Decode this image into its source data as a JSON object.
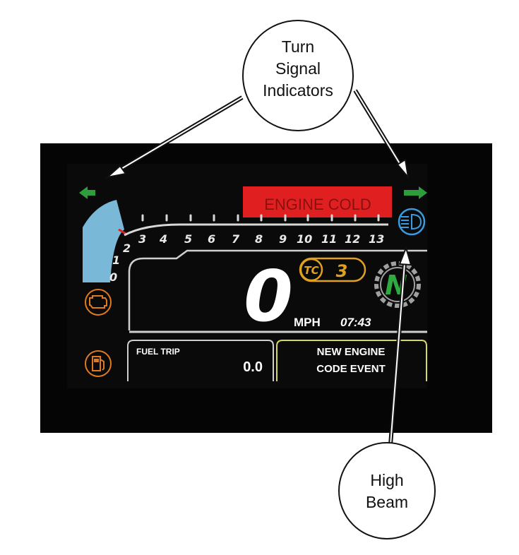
{
  "callouts": {
    "turn_signal": [
      "Turn",
      "Signal",
      "Indicators"
    ],
    "high_beam": [
      "High",
      "Beam"
    ]
  },
  "dash": {
    "warning_banner": "ENGINE COLD",
    "tach_numbers": [
      "0",
      "1",
      "2",
      "3",
      "4",
      "5",
      "6",
      "7",
      "8",
      "9",
      "10",
      "11",
      "12",
      "13"
    ],
    "tc_label": "TC",
    "tc_level": "3",
    "speed": "0",
    "speed_unit": "MPH",
    "clock": "07:43",
    "gear": "N",
    "fuel_trip_label": "FUEL TRIP",
    "fuel_trip_value": "0.0",
    "message_line1": "NEW ENGINE",
    "message_line2": "CODE EVENT"
  },
  "colors": {
    "turn_arrow": "#2e9e3c",
    "banner_bg": "#e02020",
    "banner_text": "#8a1010",
    "tach_fill": "#7ab8d8",
    "high_beam": "#3a9be0",
    "warning_icon": "#e07a20",
    "tc_badge": "#e0a020",
    "gear": "#2eaa40",
    "message_border": "#d8d860"
  },
  "icons": [
    "left-turn-arrow-icon",
    "right-turn-arrow-icon",
    "high-beam-icon",
    "check-engine-icon",
    "fuel-pump-icon",
    "gear-indicator-icon"
  ]
}
